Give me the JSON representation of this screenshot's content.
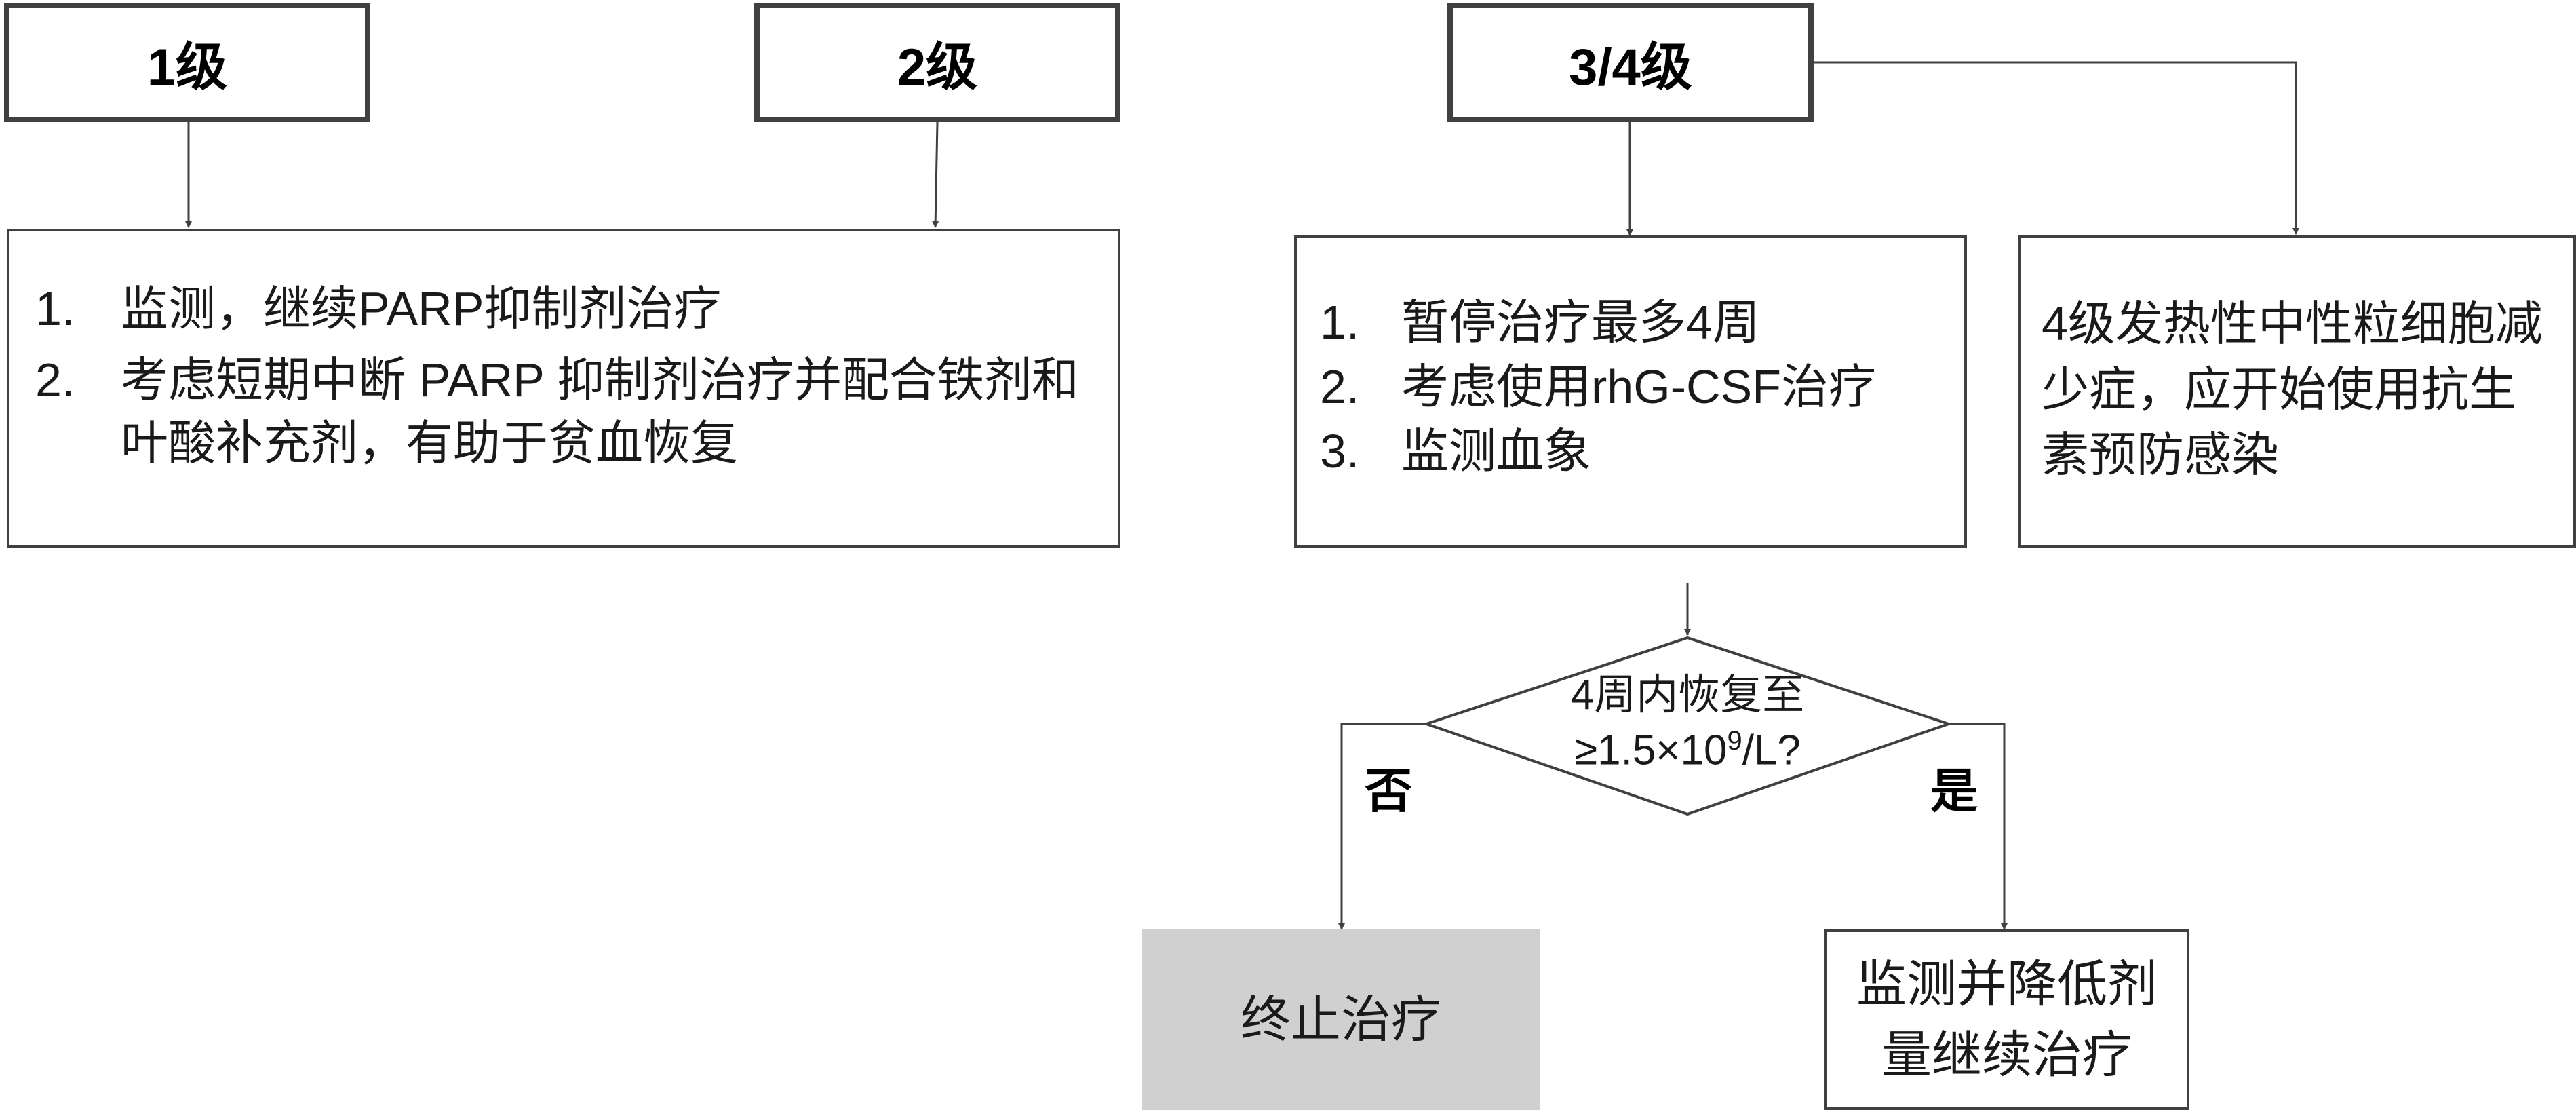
{
  "grades": {
    "g1": "1级",
    "g2": "2级",
    "g34": "3/4级"
  },
  "box12": {
    "items": [
      {
        "num": "1.",
        "text": "监测，继续PARP抑制剂治疗"
      },
      {
        "num": "2.",
        "text": "考虑短期中断 PARP 抑制剂治疗并配合铁剂和叶酸补充剂，有助于贫血恢复"
      }
    ]
  },
  "box34": {
    "items": [
      {
        "num": "1.",
        "text": "暂停治疗最多4周"
      },
      {
        "num": "2.",
        "text": "考虑使用rhG-CSF治疗"
      },
      {
        "num": "3.",
        "text": "监测血象"
      }
    ]
  },
  "box4": {
    "text": "4级发热性中性粒细胞减少症，应开始使用抗生素预防感染"
  },
  "decision": {
    "line1": "4周内恢复至",
    "line2_pre": "≥1.5×10",
    "line2_sup": "9",
    "line2_post": "/L?"
  },
  "labels": {
    "no": "否",
    "yes": "是"
  },
  "outcomes": {
    "stop": "终止治疗",
    "reduce": "监测并降低剂量继续治疗"
  },
  "colors": {
    "border": "#404040",
    "stop_fill": "#d0d0d0"
  }
}
